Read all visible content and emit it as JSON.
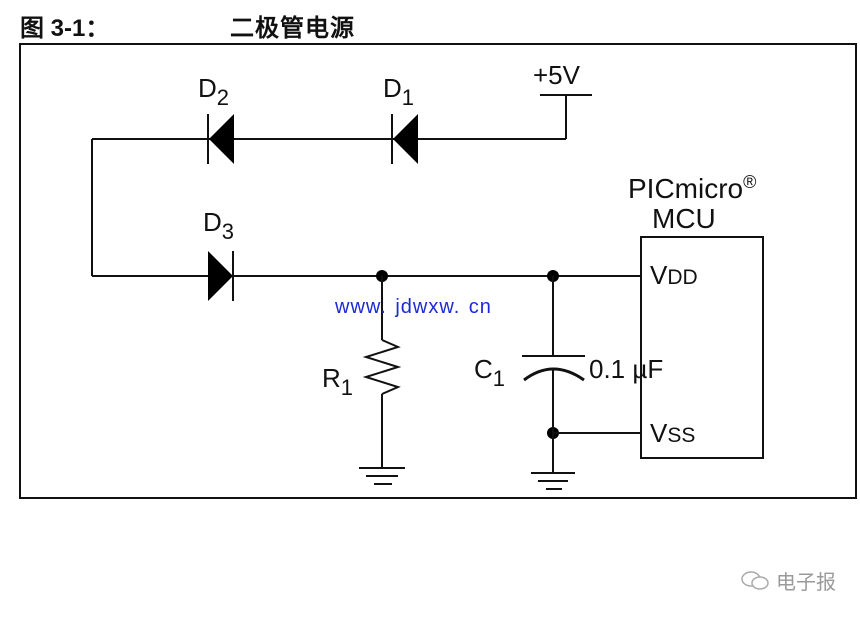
{
  "figure": {
    "number": "图 3-1：",
    "title": "二极管电源"
  },
  "circuit": {
    "supply_label": "+5V",
    "diodes": [
      {
        "name": "D",
        "sub": "1"
      },
      {
        "name": "D",
        "sub": "2"
      },
      {
        "name": "D",
        "sub": "3"
      }
    ],
    "resistor": {
      "name": "R",
      "sub": "1"
    },
    "capacitor": {
      "name": "C",
      "sub": "1",
      "value": "0.1 µF"
    },
    "mcu": {
      "title_line1": "PICmicro",
      "title_mark": "®",
      "title_line2": "MCU",
      "pin_vdd_main": "V",
      "pin_vdd_sub": "DD",
      "pin_vss_main": "V",
      "pin_vss_sub": "SS"
    }
  },
  "watermark": "www. jdwxw. cn",
  "brand": {
    "icon": "wechat-icon",
    "label": "电子报"
  }
}
